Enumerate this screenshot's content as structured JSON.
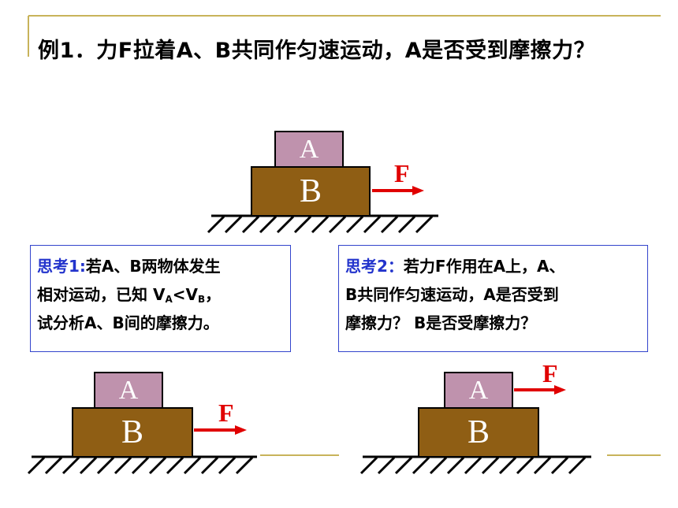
{
  "title": "例1．力F拉着A、B共同作匀速运动，A是否受到摩擦力？",
  "think1": {
    "label": "思考1",
    "colon": ":",
    "line1_rest": "若A、B两物体发生",
    "line2_pre": "相对运动，已知 V",
    "sub_a": "A",
    "lt": "<V",
    "sub_b": "B",
    "line2_post": "，",
    "line3": "试分析A、B间的摩擦力。"
  },
  "think2": {
    "label": "思考2",
    "colon": "：",
    "line1_rest": "若力F作用在A上，A、",
    "line2": "B共同作匀速运动，A是否受到",
    "line3": "摩擦力？ B是否受摩擦力？"
  },
  "figures": {
    "block_a": "A",
    "block_b": "B",
    "force": "F"
  },
  "colors": {
    "block_a": "#bf92ad",
    "block_b": "#8f5e14",
    "force": "#e00000",
    "box_border": "#3344cc",
    "label_blue": "#2233cc",
    "accent_line": "#c8b35a"
  }
}
